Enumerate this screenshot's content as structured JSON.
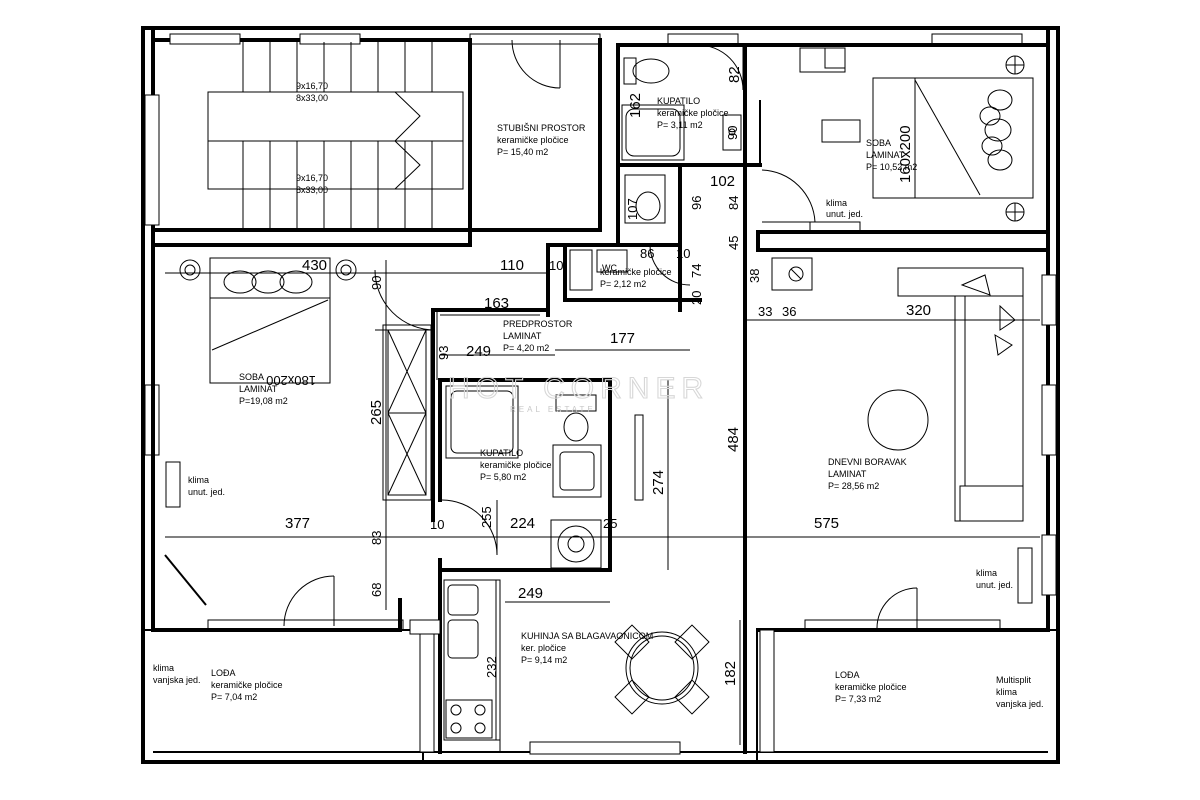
{
  "watermark": {
    "text": "HOT CORNER",
    "subtitle": "REAL ESTATE"
  },
  "rooms": {
    "stairwell": {
      "name": "STUBIŠNI PROSTOR",
      "finish": "keramičke pločice",
      "area": "P= 15,40 m2"
    },
    "bathroom_top": {
      "name": "KUPATILO",
      "finish": "keramičke pločice",
      "area": "P= 3,11 m2"
    },
    "bedroom_right": {
      "name": "SOBA",
      "finish": "LAMINAT",
      "area": "P= 10,52 m2"
    },
    "wc": {
      "name": "WC",
      "finish": "keramičke pločice",
      "area": "P= 2,12 m2"
    },
    "hallway": {
      "name": "PREDPROSTOR",
      "finish": "LAMINAT",
      "area": "P= 4,20 m2"
    },
    "bedroom_left": {
      "name": "SOBA",
      "finish": "LAMINAT",
      "area": "P=19,08 m2"
    },
    "bathroom_mid": {
      "name": "KUPATILO",
      "finish": "keramičke pločice",
      "area": "P= 5,80 m2"
    },
    "living": {
      "name": "DNEVNI BORAVAK",
      "finish": "LAMINAT",
      "area": "P= 28,56 m2"
    },
    "kitchen": {
      "name": "KUHINJA SA BLAGAVAONICOM",
      "finish": "ker. pločice",
      "area": "P= 9,14 m2"
    },
    "loggia_left": {
      "name": "LOĐA",
      "finish": "keramičke pločice",
      "area": "P= 7,04 m2"
    },
    "loggia_right": {
      "name": "LOĐA",
      "finish": "keramičke pločice",
      "area": "P= 7,33 m2"
    }
  },
  "notes": {
    "stair1_a": "9x16,70",
    "stair1_b": "8x33,00",
    "stair2_a": "9x16,70",
    "stair2_b": "8x33,00",
    "bed_left_size": "180x200",
    "bed_right_size": "160x200",
    "ac_indoor_l1": "klima",
    "ac_indoor_l2": "unut. jed.",
    "ac_indoor_r1": "klima",
    "ac_indoor_r2": "unut. jed.",
    "ac_indoor_lr1": "klima",
    "ac_indoor_lr2": "unut. jed.",
    "ac_outdoor_l1": "klima",
    "ac_outdoor_l2": "vanjska jed.",
    "ac_multi1": "Multisplit",
    "ac_multi2": "klima",
    "ac_multi3": "vanjska jed."
  },
  "dimensions": {
    "d430": "430",
    "d90": "90",
    "d110": "110",
    "d10a": "10",
    "d163": "163",
    "d249a": "249",
    "d93": "93",
    "d177": "177",
    "d265": "265",
    "d484": "484",
    "d274": "274",
    "d377": "377",
    "d83": "83",
    "d10b": "10",
    "d255": "255",
    "d224": "224",
    "d25": "25",
    "d575": "575",
    "d68": "68",
    "d249b": "249",
    "d232": "232",
    "d182": "182",
    "d162": "162",
    "d82": "82",
    "d90b": "90",
    "d107": "107",
    "d96": "96",
    "d102": "102",
    "d84": "84",
    "d45": "45",
    "d86": "86",
    "d10c": "10",
    "d74": "74",
    "d20": "20",
    "d38": "38",
    "d33": "33",
    "d36": "36",
    "d320": "320"
  }
}
